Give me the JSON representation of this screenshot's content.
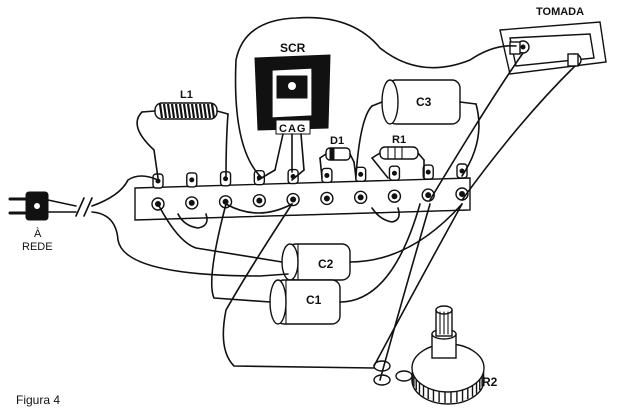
{
  "labels": {
    "outlet": "TOMADA",
    "scr": "SCR",
    "scr_pins": "CAG",
    "inductor": "L1",
    "cap3": "C3",
    "diode": "D1",
    "resistor1": "R1",
    "cap2": "C2",
    "cap1": "C1",
    "pot": "R2",
    "mains_line1": "À",
    "mains_line2": "REDE",
    "figure": "Figura 4"
  },
  "colors": {
    "ink": "#111111",
    "paper": "#ffffff"
  }
}
